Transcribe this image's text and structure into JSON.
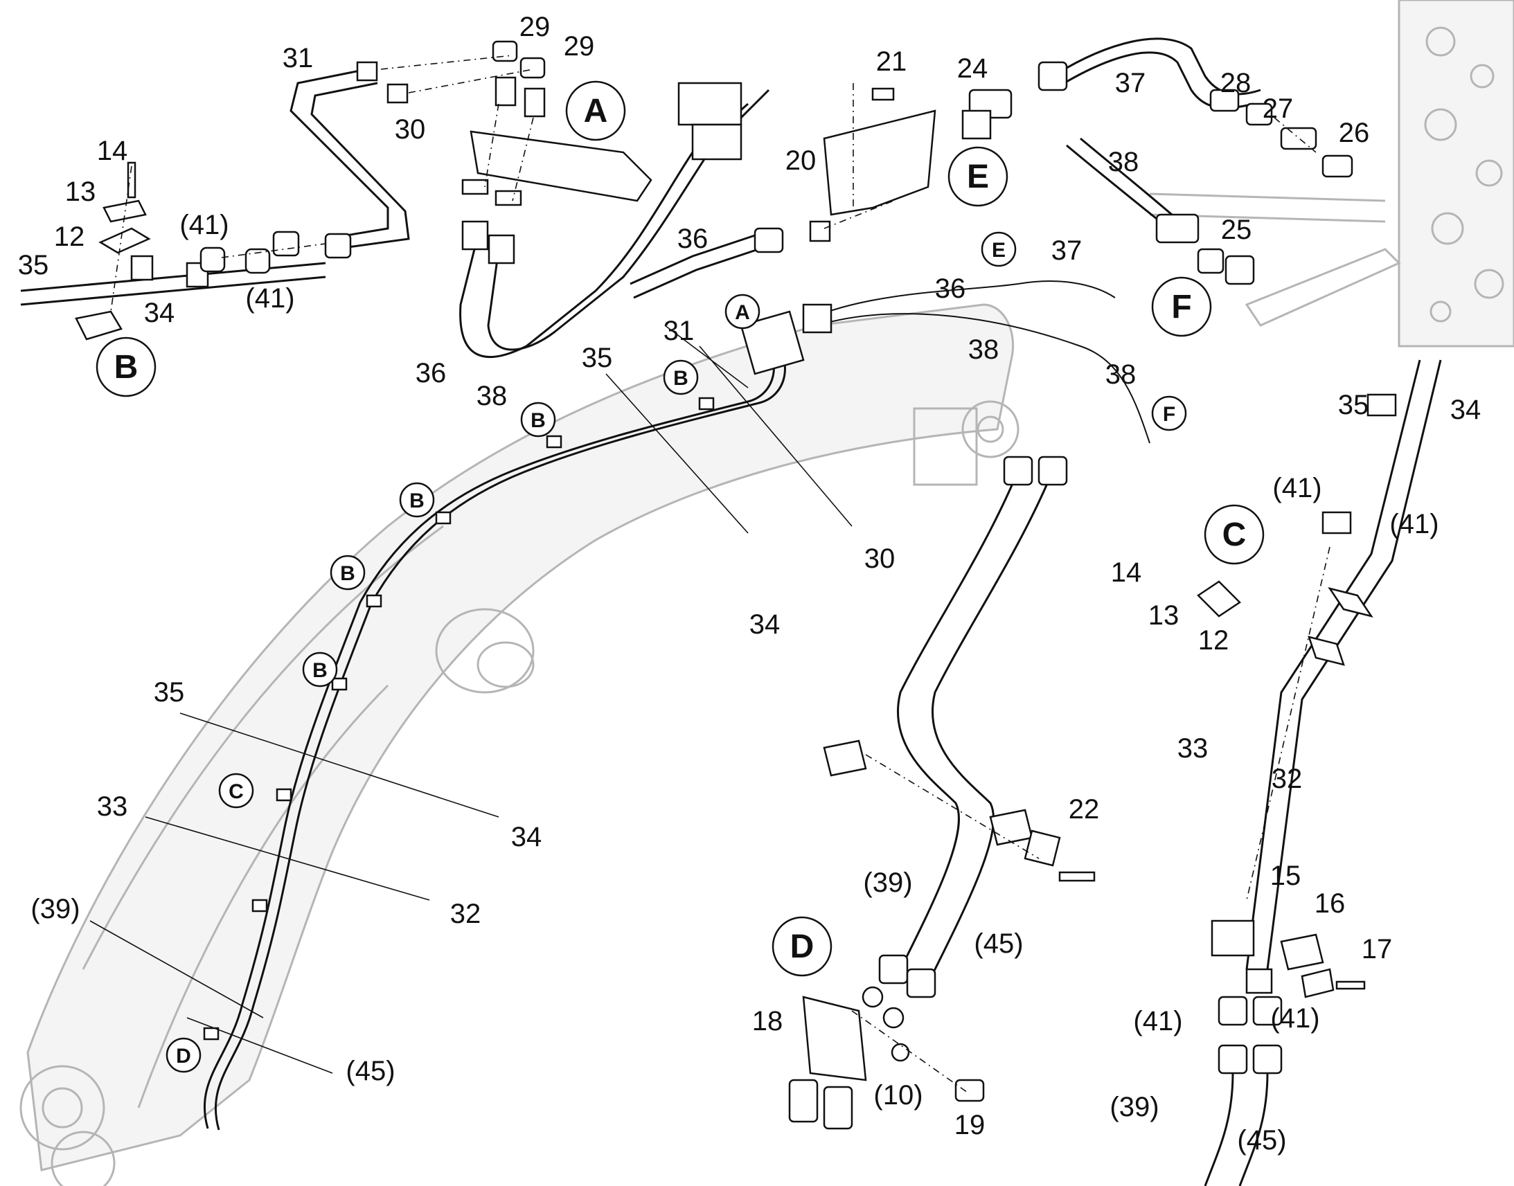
{
  "part_numbers": {
    "p10": "(10)",
    "p12": "12",
    "p13": "13",
    "p14": "14",
    "p15": "15",
    "p16": "16",
    "p17": "17",
    "p18": "18",
    "p19": "19",
    "p20": "20",
    "p21": "21",
    "p22": "22",
    "p24": "24",
    "p25": "25",
    "p26": "26",
    "p27": "27",
    "p28": "28",
    "p29": "29",
    "p30": "30",
    "p31": "31",
    "p32": "32",
    "p33": "33",
    "p34": "34",
    "p35": "35",
    "p36": "36",
    "p37": "37",
    "p38": "38",
    "p39": "(39)",
    "p41": "(41)",
    "p45": "(45)"
  },
  "detail_markers": {
    "A": "A",
    "B": "B",
    "C": "C",
    "D": "D",
    "E": "E",
    "F": "F"
  },
  "colors": {
    "line": "#111111",
    "background_structure": "#b5b5b5"
  }
}
